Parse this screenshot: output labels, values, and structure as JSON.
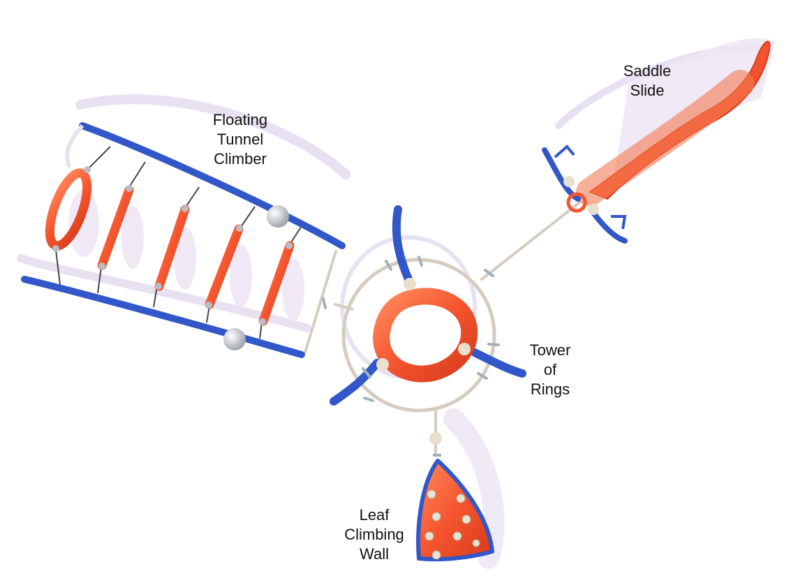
{
  "colors": {
    "blue": "#3157c9",
    "orange": "#f4552f",
    "frame": "#d8d0c4",
    "shadow": "#d9d0ea",
    "beige": "#eadfcc",
    "grey": "#c9cdd3"
  },
  "labels": {
    "tunnel": [
      "Floating",
      "Tunnel",
      "Climber"
    ],
    "slide": [
      "Saddle",
      "Slide"
    ],
    "tower": [
      "Tower",
      "of",
      "Rings"
    ],
    "wall": [
      "Leaf",
      "Climbing",
      "Wall"
    ]
  }
}
